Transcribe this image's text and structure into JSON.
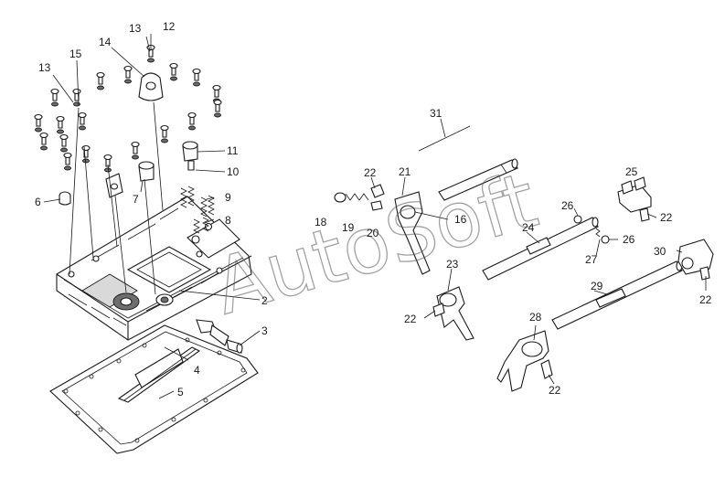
{
  "watermark": "AutoSoft",
  "labels": {
    "l1": "13",
    "l2": "12",
    "l3": "14",
    "l4": "15",
    "l5": "13",
    "l6": "11",
    "l7": "10",
    "l8": "9",
    "l9": "8",
    "l10": "7",
    "l11": "6",
    "l12": "2",
    "l13": "3",
    "l14": "4",
    "l15": "5",
    "l16": "31",
    "l17": "22",
    "l18": "21",
    "l19": "18",
    "l20": "19",
    "l21": "20",
    "l22": "16",
    "l23": "25",
    "l24": "26",
    "l25": "24",
    "l26": "22",
    "l27": "26",
    "l28": "27",
    "l29": "30",
    "l30": "23",
    "l31": "22",
    "l32": "29",
    "l33": "22",
    "l34": "28",
    "l35": "22"
  }
}
